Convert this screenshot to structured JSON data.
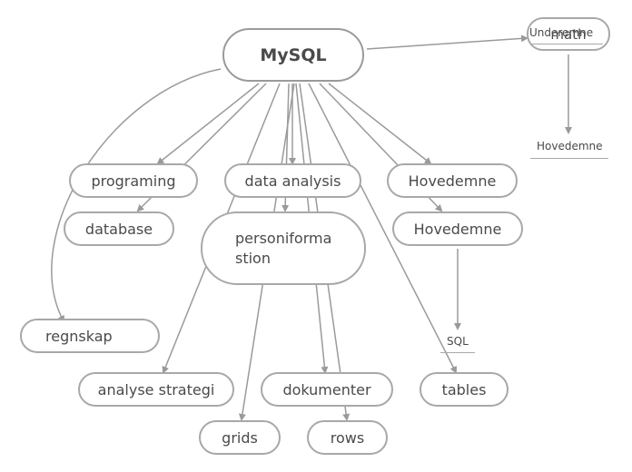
{
  "root": {
    "label": "MySQL"
  },
  "nodes": {
    "programing": "programing",
    "database": "database",
    "data_analysis": "data analysis",
    "personinformation_line1": "personiforma",
    "personinformation_line2": "stion",
    "hovedemne_a": "Hovedemne",
    "hovedemne_b": "Hovedemne",
    "regnskap": "regnskap",
    "analyse_strategi": "analyse strategi",
    "dokumenter": "dokumenter",
    "tables": "tables",
    "grids": "grids",
    "rows": "rows",
    "math": "math"
  },
  "floating_labels": {
    "underemne": "Underemne",
    "hovedemne_top_right": "Hovedemne",
    "sql": "SQL"
  },
  "colors": {
    "line": "#9a9a9a",
    "border": "#a8a8a8",
    "text": "#4a4a4a"
  }
}
